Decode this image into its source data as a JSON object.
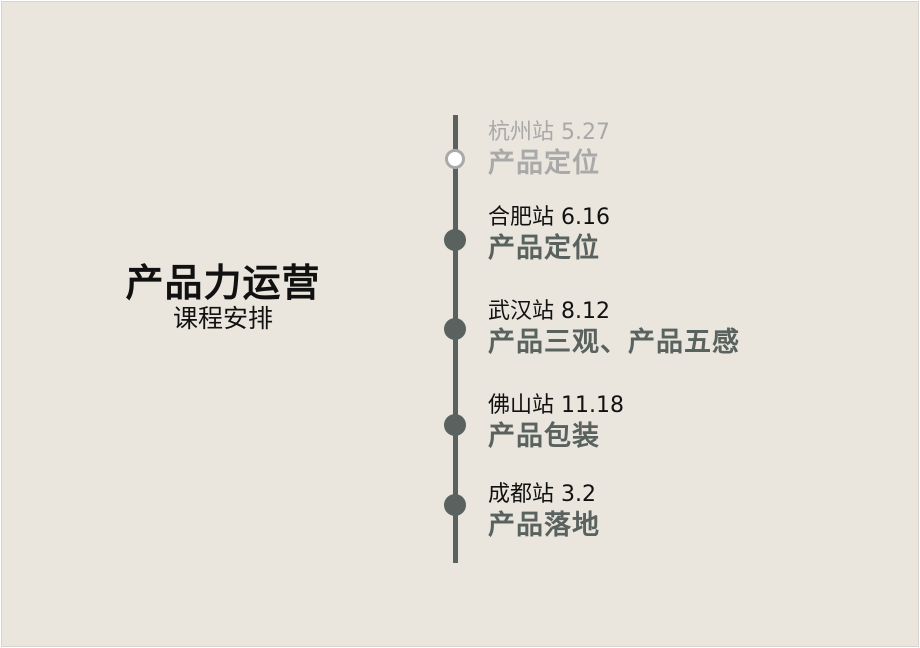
{
  "slide": {
    "title": "产品力运营",
    "subtitle": "课程安排"
  },
  "schedule": [
    {
      "station": "杭州站 5.27",
      "topic": "产品定位",
      "status": "completed"
    },
    {
      "station": "合肥站 6.16",
      "topic": "产品定位",
      "status": "upcoming"
    },
    {
      "station": "武汉站 8.12",
      "topic": "产品三观、产品五感",
      "status": "upcoming"
    },
    {
      "station": "佛山站 11.18",
      "topic": "产品包装",
      "status": "upcoming"
    },
    {
      "station": "成都站 3.2",
      "topic": "产品落地",
      "status": "upcoming"
    }
  ],
  "colors": {
    "background": "#eae6dd",
    "accent": "#59625f",
    "completed": "#a9a9a9",
    "text": "#111111"
  }
}
